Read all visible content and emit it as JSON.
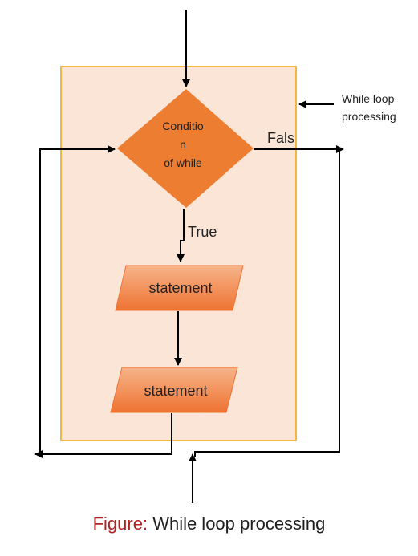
{
  "diagram": {
    "condition_line1": "Conditio",
    "condition_line2": "n",
    "condition_line3": "of while",
    "false_label": "Fals",
    "true_label": "True",
    "statement1": "statement",
    "statement2": "statement",
    "side_note_line1": "While loop",
    "side_note_line2": "processing"
  },
  "caption": {
    "prefix": "Figure:",
    "text": "While loop processing"
  },
  "colors": {
    "box_fill": "#fbe5d6",
    "box_border": "#f2b740",
    "shape_fill": "#ed7d31",
    "statement_top": "#f7b48a",
    "statement_bottom": "#ee7332",
    "caption_accent": "#b22222"
  }
}
